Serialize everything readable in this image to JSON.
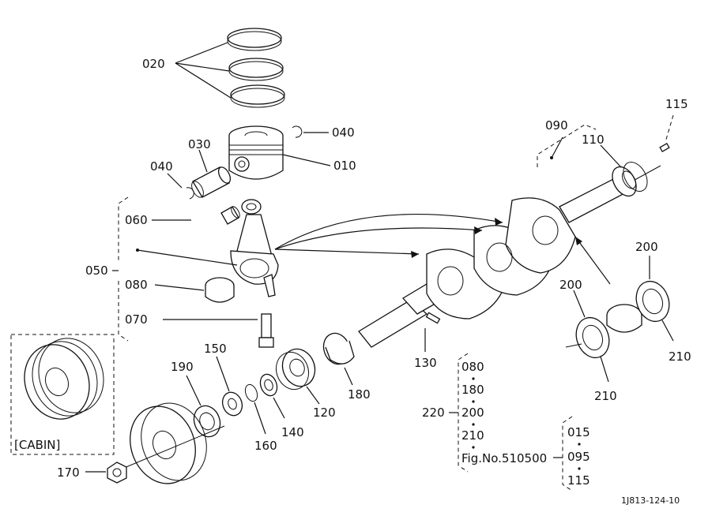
{
  "parts": {
    "p020": "020",
    "p030": "030",
    "p040a": "040",
    "p040b": "040",
    "p010": "010",
    "p060": "060",
    "p050": "050",
    "p080": "080",
    "p070": "070",
    "p090": "090",
    "p110": "110",
    "p115": "115",
    "p200a": "200",
    "p200b": "200",
    "p210a": "210",
    "p210b": "210",
    "p130": "130",
    "p180": "180",
    "p120": "120",
    "p140": "140",
    "p160": "160",
    "p150": "150",
    "p190": "190",
    "p170": "170"
  },
  "cabin_label": "[CABIN]",
  "kit": {
    "p220": "220",
    "items": [
      "080",
      "180",
      "200",
      "210"
    ],
    "fig_ref": "Fig.No.510500",
    "sub_items": [
      "015",
      "095",
      "115"
    ]
  },
  "figure_code": "1J813-124-10"
}
